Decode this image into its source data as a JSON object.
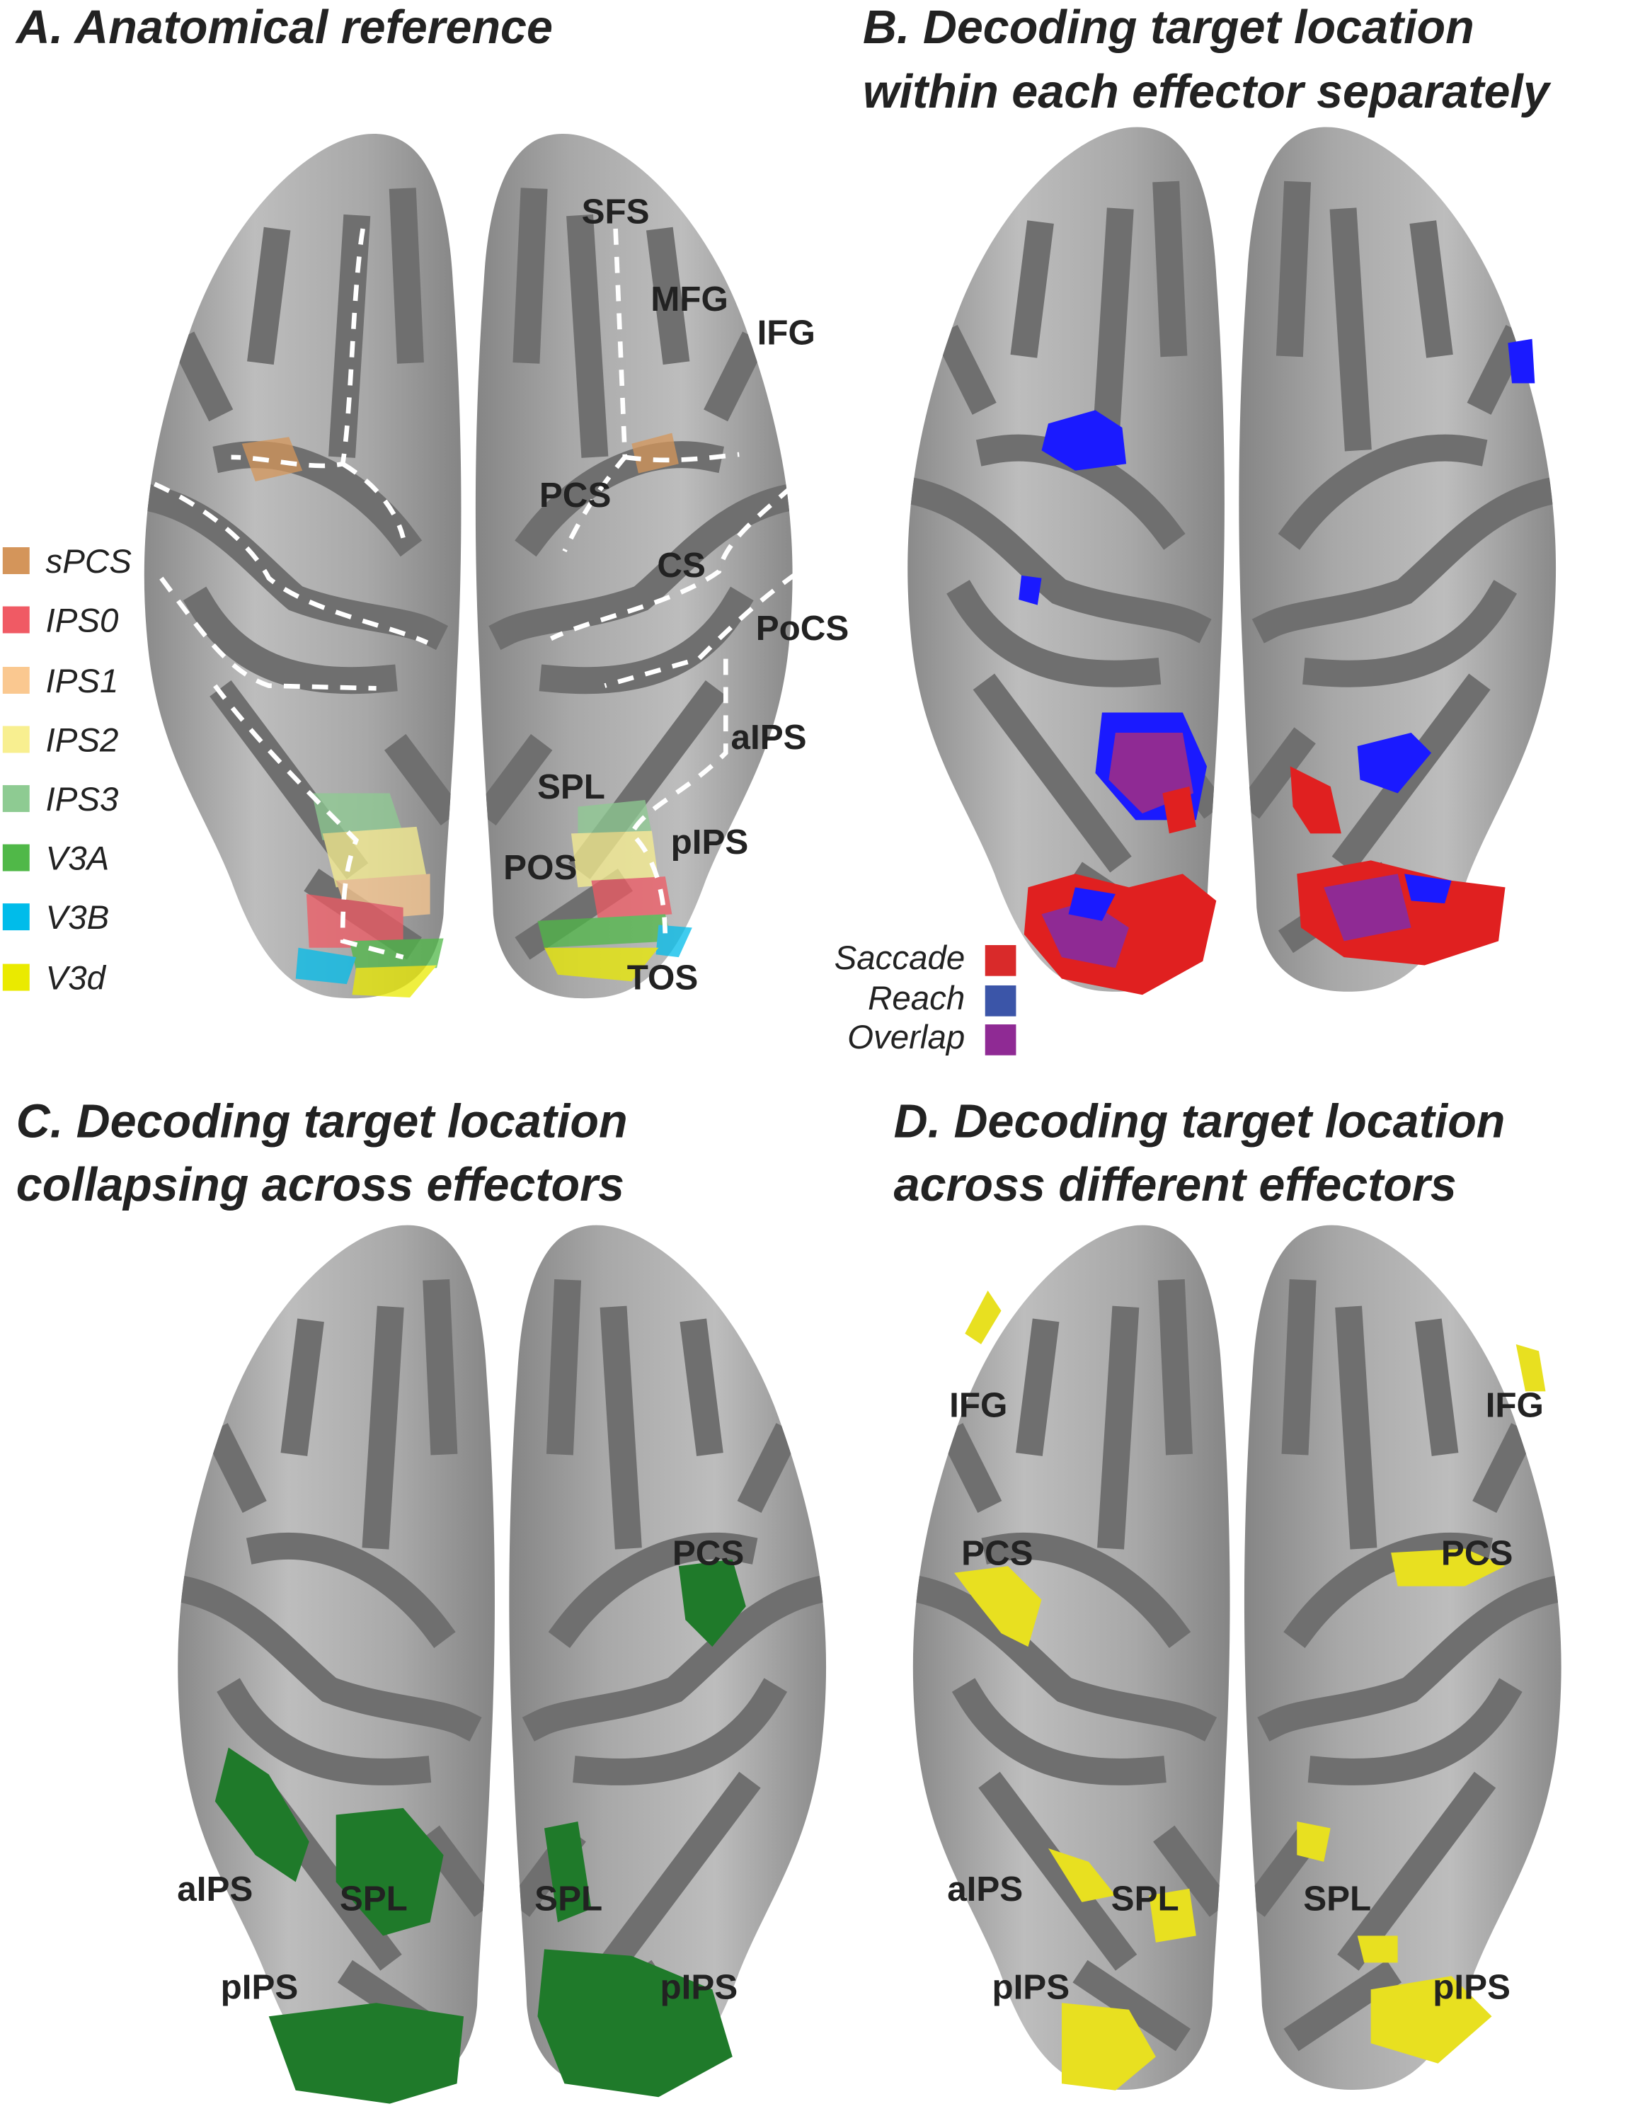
{
  "panels": {
    "a": {
      "title": "A. Anatomical reference",
      "labels": [
        "SFS",
        "MFG",
        "IFG",
        "PCS",
        "CS",
        "PoCS",
        "aIPS",
        "SPL",
        "pIPS",
        "POS",
        "TOS"
      ],
      "legend": [
        {
          "name": "sPCS",
          "color": "#d4955a"
        },
        {
          "name": "IPS0",
          "color": "#f05a64"
        },
        {
          "name": "IPS1",
          "color": "#fac890"
        },
        {
          "name": "IPS2",
          "color": "#f8ef90"
        },
        {
          "name": "IPS3",
          "color": "#8ecb92"
        },
        {
          "name": "V3A",
          "color": "#50b848"
        },
        {
          "name": "V3B",
          "color": "#00bcea"
        },
        {
          "name": "V3d",
          "color": "#eaea00"
        }
      ]
    },
    "b": {
      "title_line1": "B. Decoding target location",
      "title_line2": "within each effector separately",
      "legend": [
        {
          "name": "Saccade",
          "color": "#d92a2a"
        },
        {
          "name": "Reach",
          "color": "#3b55a8"
        },
        {
          "name": "Overlap",
          "color": "#8f2a94"
        }
      ]
    },
    "c": {
      "title_line1": "C. Decoding target location",
      "title_line2": "collapsing across effectors",
      "labels": [
        "PCS",
        "aIPS",
        "SPL",
        "SPL",
        "pIPS",
        "pIPS"
      ],
      "color": "#1f7a2a"
    },
    "d": {
      "title_line1": "D. Decoding target location",
      "title_line2": "across different effectors",
      "labels": [
        "IFG",
        "IFG",
        "PCS",
        "PCS",
        "aIPS",
        "SPL",
        "SPL",
        "pIPS",
        "pIPS"
      ],
      "color": "#e8e020"
    }
  }
}
